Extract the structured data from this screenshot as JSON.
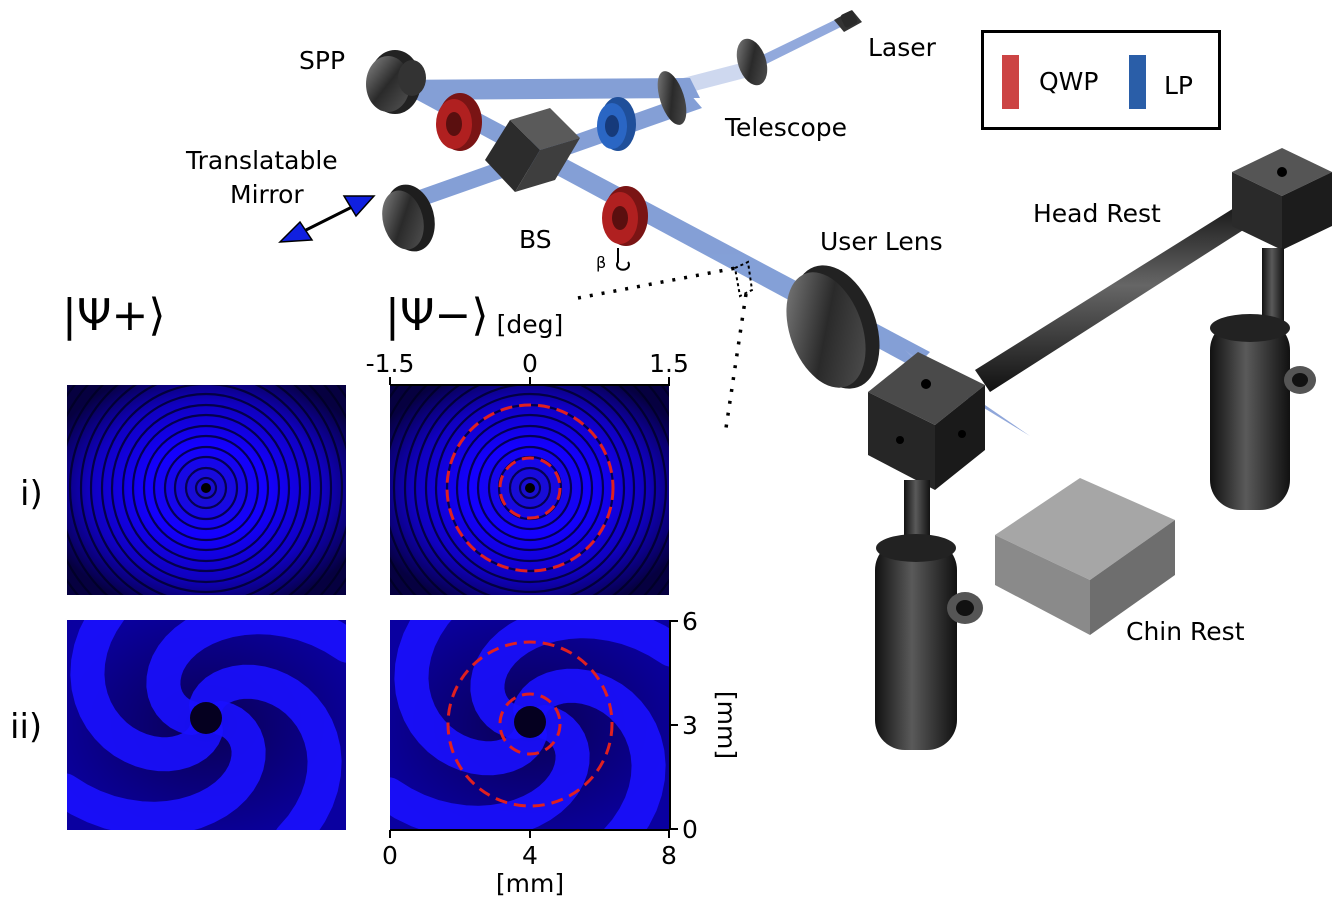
{
  "labels": {
    "spp": "SPP",
    "laser": "Laser",
    "telescope": "Telescope",
    "translatable_mirror_line1": "Translatable",
    "translatable_mirror_line2": "Mirror",
    "bs": "BS",
    "beta": "β",
    "user_lens": "User Lens",
    "head_rest": "Head Rest",
    "chin_rest": "Chin Rest"
  },
  "legend": {
    "items": [
      {
        "label": "QWP",
        "color": "#cc4444"
      },
      {
        "label": "LP",
        "color": "#2a5ea8"
      }
    ]
  },
  "panels": {
    "col_plus": "|Ψ+⟩",
    "col_minus": "|Ψ−⟩",
    "row_i": "i)",
    "row_ii": "ii)",
    "top_axis_label": "[deg]",
    "top_ticks": [
      "-1.5",
      "0",
      "1.5"
    ],
    "bottom_axis_label": "[mm]",
    "bottom_ticks": [
      "0",
      "4",
      "8"
    ],
    "right_axis_label": "[mm]",
    "right_ticks": [
      "6",
      "3",
      "0"
    ]
  },
  "colors": {
    "beam": "#6f8fd0",
    "panel_blue": "#1400ff",
    "dashed_circle": "#e02020",
    "arrow": "#1020e0"
  }
}
